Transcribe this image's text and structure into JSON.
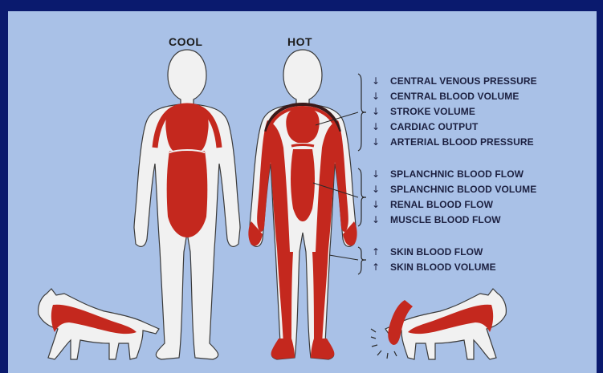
{
  "headers": {
    "cool": "COOL",
    "hot": "HOT"
  },
  "groups": [
    {
      "items": [
        {
          "arrow": "↓",
          "label": "CENTRAL VENOUS PRESSURE"
        },
        {
          "arrow": "↓",
          "label": "CENTRAL BLOOD VOLUME"
        },
        {
          "arrow": "↓",
          "label": "STROKE VOLUME"
        },
        {
          "arrow": "↓",
          "label": "CARDIAC OUTPUT"
        },
        {
          "arrow": "↓",
          "label": "ARTERIAL BLOOD PRESSURE"
        }
      ]
    },
    {
      "items": [
        {
          "arrow": "↓",
          "label": "SPLANCHNIC BLOOD FLOW"
        },
        {
          "arrow": "↓",
          "label": "SPLANCHNIC BLOOD VOLUME"
        },
        {
          "arrow": "↓",
          "label": "RENAL BLOOD FLOW"
        },
        {
          "arrow": "↓",
          "label": "MUSCLE BLOOD FLOW"
        }
      ]
    },
    {
      "items": [
        {
          "arrow": "↑",
          "label": "SKIN BLOOD FLOW"
        },
        {
          "arrow": "↑",
          "label": "SKIN BLOOD VOLUME"
        }
      ]
    }
  ],
  "colors": {
    "frame": "#0a1a6e",
    "background": "#a9c1e7",
    "body": "#f1f1f1",
    "blood": "#c4281e",
    "outline": "#3a3a3a",
    "text": "#1c2040"
  },
  "icons": {
    "body_cool": "human-body-cool-icon",
    "body_hot": "human-body-hot-icon",
    "dog_cool": "dog-cool-icon",
    "dog_hot": "dog-panting-icon"
  }
}
